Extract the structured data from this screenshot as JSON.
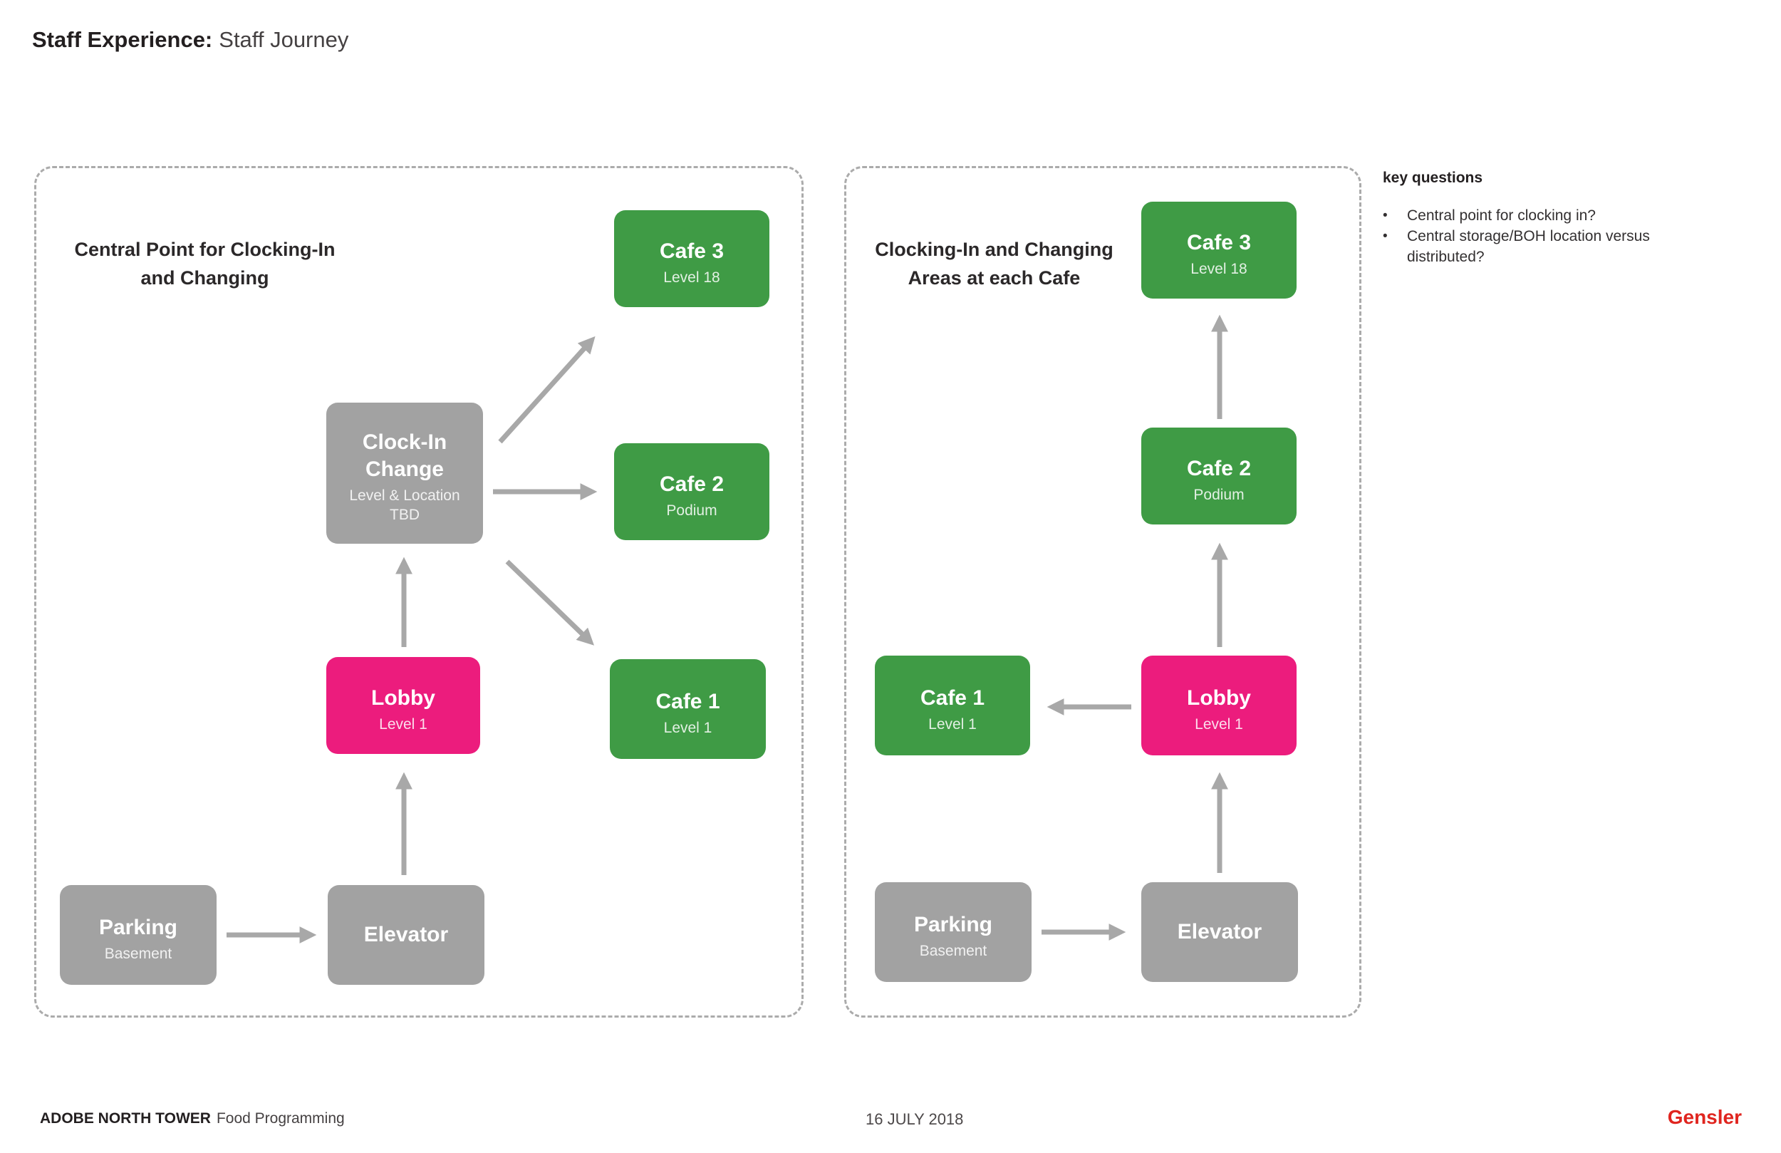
{
  "title": {
    "bold": "Staff Experience:",
    "regular": "Staff Journey"
  },
  "colors": {
    "green": "#3f9b45",
    "pink": "#ec1c7d",
    "gray_box": "#a2a2a2",
    "arrow_gray": "#a8a8a8",
    "dashed_border": "#ababab",
    "gensler_red": "#e0251f",
    "text_dark": "#231f20"
  },
  "left_panel": {
    "heading_line1": "Central Point for Clocking-In",
    "heading_line2": "and Changing",
    "nodes": {
      "cafe3": {
        "label": "Cafe 3",
        "sublabel": "Level 18"
      },
      "clockin": {
        "label_line1": "Clock-In",
        "label_line2": "Change",
        "sublabel_line1": "Level & Location",
        "sublabel_line2": "TBD"
      },
      "cafe2": {
        "label": "Cafe 2",
        "sublabel": "Podium"
      },
      "lobby": {
        "label": "Lobby",
        "sublabel": "Level 1"
      },
      "cafe1": {
        "label": "Cafe 1",
        "sublabel": "Level 1"
      },
      "parking": {
        "label": "Parking",
        "sublabel": "Basement"
      },
      "elevator": {
        "label": "Elevator"
      }
    }
  },
  "right_panel": {
    "heading_line1": "Clocking-In and Changing",
    "heading_line2": "Areas at each Cafe",
    "nodes": {
      "cafe3": {
        "label": "Cafe 3",
        "sublabel": "Level 18"
      },
      "cafe2": {
        "label": "Cafe 2",
        "sublabel": "Podium"
      },
      "lobby": {
        "label": "Lobby",
        "sublabel": "Level 1"
      },
      "cafe1": {
        "label": "Cafe 1",
        "sublabel": "Level 1"
      },
      "parking": {
        "label": "Parking",
        "sublabel": "Basement"
      },
      "elevator": {
        "label": "Elevator"
      }
    }
  },
  "key_questions": {
    "heading": "key questions",
    "bullet_char": "•",
    "items": [
      "Central point for clocking in?",
      "Central storage/BOH location versus distributed?"
    ]
  },
  "footer": {
    "project_bold": "ADOBE NORTH TOWER",
    "project_regular": "Food Programming",
    "date": "16 JULY 2018",
    "logo": "Gensler"
  }
}
